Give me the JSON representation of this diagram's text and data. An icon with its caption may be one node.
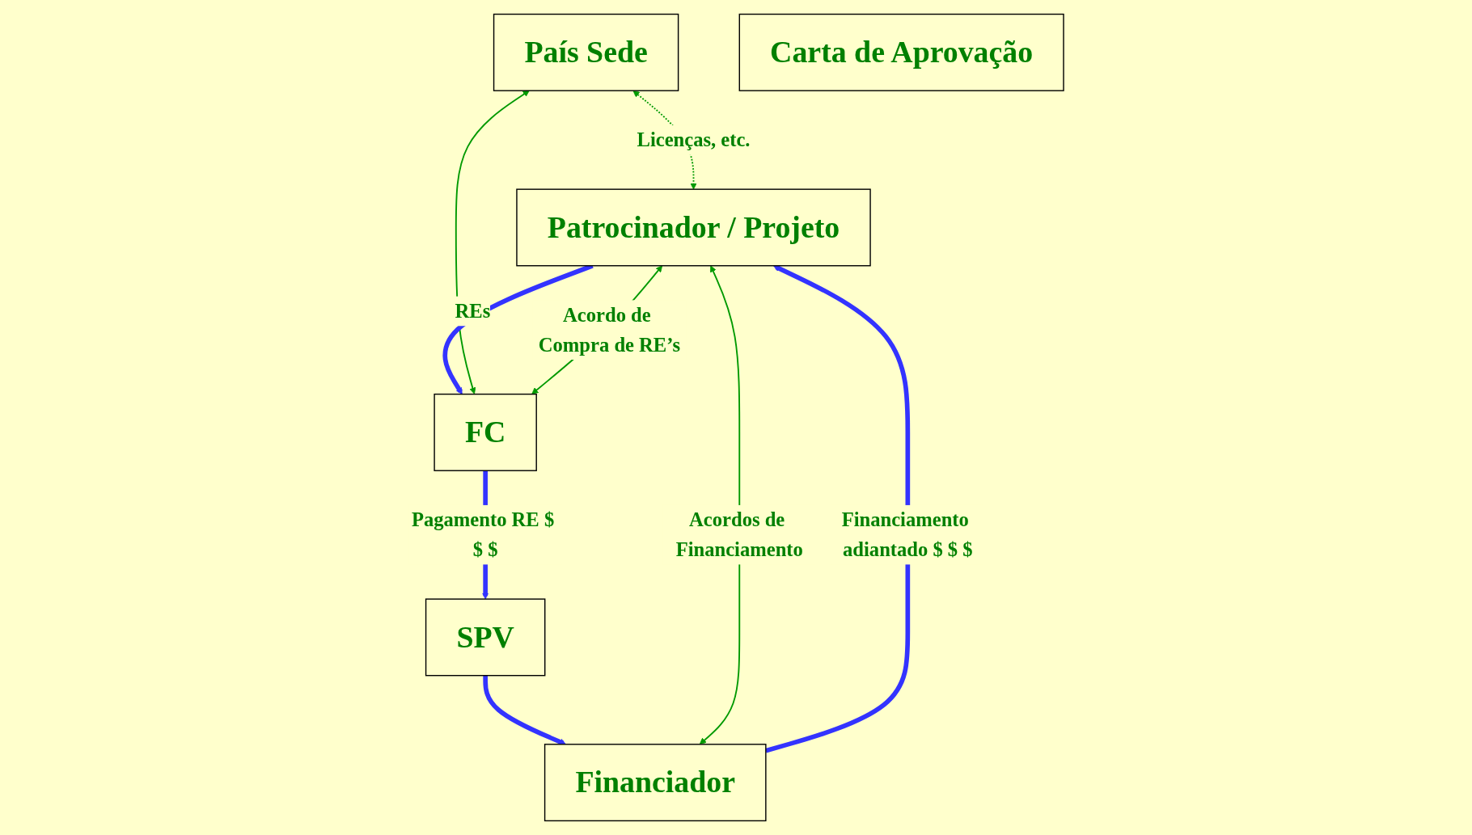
{
  "diagram": {
    "nodes": [
      {
        "text": [
          "País Sede"
        ]
      },
      {
        "text": [
          "Carta de Aprovação"
        ]
      },
      {
        "text": [
          "FC"
        ]
      },
      {
        "text": [
          "SPV"
        ]
      },
      {
        "text": [
          "Financiador"
        ]
      },
      {
        "text": [
          "Patrocinador / Projeto"
        ]
      }
    ],
    "edges": [
      {
        "from": 2,
        "to": 0,
        "arrow": "both",
        "color": "#009900"
      },
      {
        "from": 2,
        "to": 3,
        "arrow": "to",
        "label": "Pagamento RE $ $ $",
        "style": "thick",
        "color": "#3333ff"
      },
      {
        "from": 3,
        "to": 4,
        "arrow": "to",
        "style": "thick",
        "color": "#3333ff"
      },
      {
        "from": 5,
        "to": 2,
        "arrow": "to",
        "label": "REs",
        "style": "thick",
        "color": "#3333ff"
      },
      {
        "from": 2,
        "to": 5,
        "arrow": "both",
        "label": "Acordo de Compra de RE’s",
        "color": "#009900"
      },
      {
        "from": 0,
        "to": 5,
        "arrow": "both",
        "label": "Licenças, etc.",
        "style": "dashed",
        "color": "#009900"
      },
      {
        "from": 4,
        "to": 5,
        "arrow": "both",
        "label": "Acordos de Financiamento",
        "color": "#009900"
      },
      {
        "from": 4,
        "to": 5,
        "arrow": "to",
        "label": "Financiamento adiantado $ $ $",
        "style": "thick",
        "color": "#3333ff"
      }
    ]
  }
}
